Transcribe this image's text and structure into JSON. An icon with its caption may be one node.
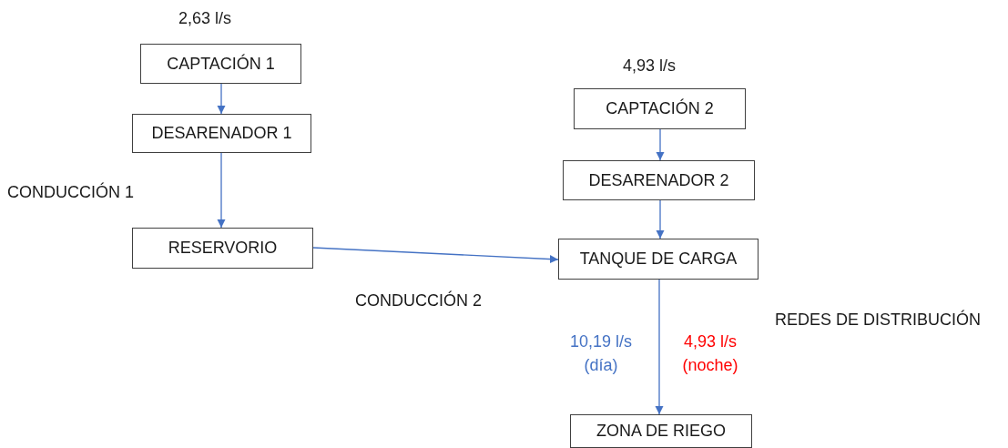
{
  "diagram": {
    "nodes": [
      {
        "text": [
          "CAPTACIÓN 1"
        ],
        "beside": [
          "2,63 l/s"
        ]
      },
      {
        "text": [
          "DESARENADOR 1"
        ]
      },
      {
        "text": [
          "RESERVORIO"
        ]
      },
      {
        "text": [
          "CAPTACIÓN 2"
        ],
        "beside": [
          "4,93 l/s"
        ]
      },
      {
        "text": [
          "DESARENADOR 2"
        ]
      },
      {
        "text": [
          "TANQUE DE CARGA"
        ]
      },
      {
        "text": [
          "ZONA DE RIEGO"
        ]
      }
    ],
    "edges": [
      {
        "from": 0,
        "to": 1,
        "arrow": "to"
      },
      {
        "from": 1,
        "to": 2,
        "arrow": "to"
      },
      {
        "from": 3,
        "to": 4,
        "arrow": "to"
      },
      {
        "from": 4,
        "to": 5,
        "arrow": "to"
      },
      {
        "from": 2,
        "to": 5,
        "arrow": "to"
      },
      {
        "from": 5,
        "to": 6,
        "arrow": "to"
      }
    ],
    "labels": [
      "CONDUCCIÓN 1",
      "CONDUCCIÓN 2",
      "REDES DE DISTRIBUCIÓN",
      "10,19 l/s (día)",
      "4,93 l/s (noche)"
    ]
  }
}
